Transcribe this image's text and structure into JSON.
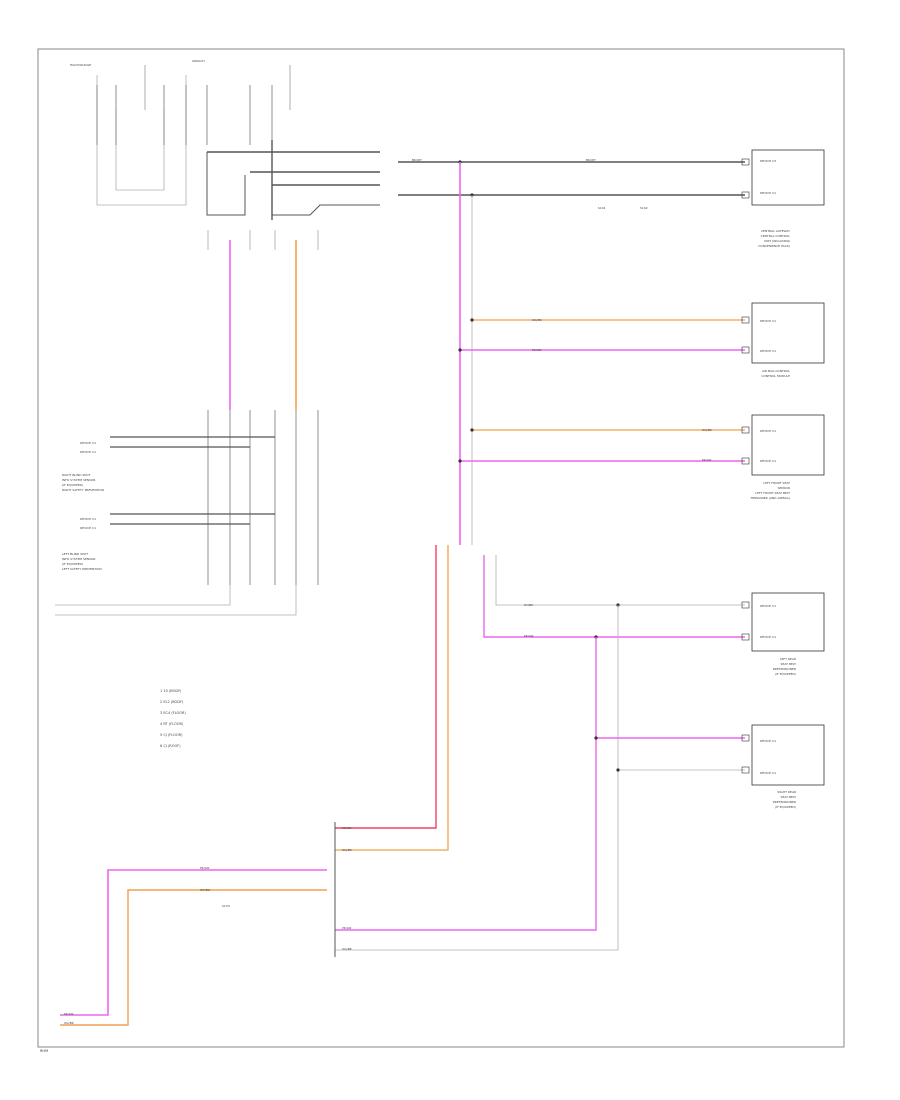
{
  "colors": {
    "frame": "#8a8a8a",
    "wire_black": "#555555",
    "wire_grey": "#b0b0b0",
    "wire_pink": "#ee66ee",
    "wire_orange": "#f0a050",
    "wire_red": "#ee4466",
    "box": "#333333",
    "text": "#444444"
  },
  "legend": {
    "items": [
      "1  10 (BODY)",
      "2  EL2 (BODY)",
      "3  EC4 (FLOOR)",
      "4  RT  (FLOOR)",
      "5  CJ  (FLOOR)",
      "6  CJ (ROOF)"
    ]
  },
  "footer_label": "RHM",
  "connector_groups": [
    {
      "top_label": "HIGHVOLTAGE",
      "left_label": "GRNLCH"
    }
  ],
  "modules": [
    {
      "name": "central-gateway",
      "pin_labels": [
        "DEVICE C3",
        "DEVICE C1"
      ],
      "caption": [
        "CENTRAL GATEWAY",
        "CENTRAL CONTROL",
        "UNIT (INCLUDING",
        "CONVENIENCE PACK)"
      ]
    },
    {
      "name": "airbag-control",
      "pin_labels": [
        "DEVICE C1",
        "DEVICE C1"
      ],
      "caption": [
        "AIR BAG CONTROL",
        "CONTROL MODULE"
      ]
    },
    {
      "name": "lh-front-seat",
      "pin_labels": [
        "DEVICE C1",
        "DEVICE C1"
      ],
      "caption": [
        "LEFT FRONT SEAT",
        "SENSOR",
        "LEFT FRONT SEAT BELT",
        "TENSIONER (AND AIRBAG)"
      ]
    },
    {
      "name": "lh-rear",
      "pin_labels": [
        "DEVICE C1",
        "DEVICE C1"
      ],
      "caption": [
        "LEFT REAR",
        "SEAT BELT",
        "PRETENSIONER",
        "(IF EQUIPPED)"
      ]
    },
    {
      "name": "rh-rear",
      "pin_labels": [
        "DEVICE C1",
        "DEVICE C1"
      ],
      "caption": [
        "RIGHT REAR",
        "SEAT BELT",
        "PRETENSIONER",
        "(IF EQUIPPED)"
      ]
    }
  ],
  "left_blocks": [
    {
      "pins": [
        "DEVICE C1",
        "DEVICE C1"
      ],
      "caption": [
        "RIGHT BLIND SPOT",
        "INFO SYSTEM SENSOR",
        "(IF EQUIPPED)",
        "RIGHT SAFETY PREVENTION"
      ]
    },
    {
      "pins": [
        "DEVICE C1",
        "DEVICE C1"
      ],
      "caption": [
        "LEFT BLIND SPOT",
        "INFO SYSTEM SENSOR",
        "(IF EQUIPPED)",
        "LEFT SAFETY PREVENTION"
      ]
    }
  ],
  "wire_labels": {
    "black": "BK/WT",
    "pink": "PK/GN",
    "orange": "OG/BK",
    "grey": "GY/BK",
    "white": "WT/BK"
  },
  "splice_labels": [
    "S101",
    "S102",
    "S103"
  ]
}
